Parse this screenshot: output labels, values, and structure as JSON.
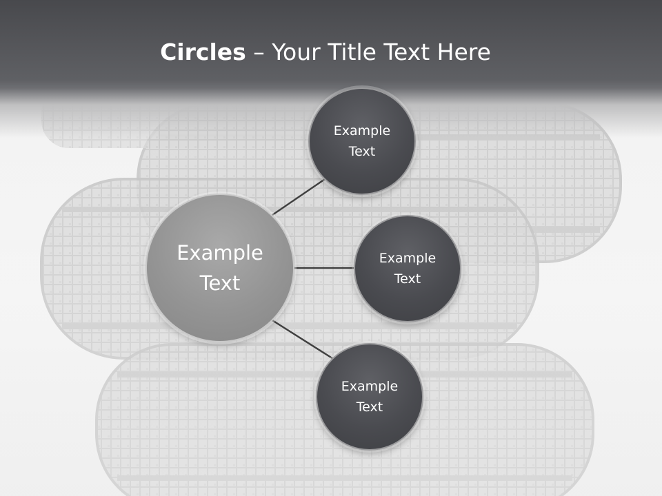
{
  "slide": {
    "title_bold": "Circles",
    "title_rest": " – Your Title Text Here"
  },
  "diagram": {
    "center": {
      "line1": "Example",
      "line2": "Text"
    },
    "nodes": [
      {
        "line1": "Example",
        "line2": "Text"
      },
      {
        "line1": "Example",
        "line2": "Text"
      },
      {
        "line1": "Example",
        "line2": "Text"
      }
    ]
  },
  "colors": {
    "header_dark": "#48494d",
    "center_circle": "#949494",
    "node_circle": "#4a4b50",
    "connector": "#404040",
    "text": "#ffffff"
  }
}
